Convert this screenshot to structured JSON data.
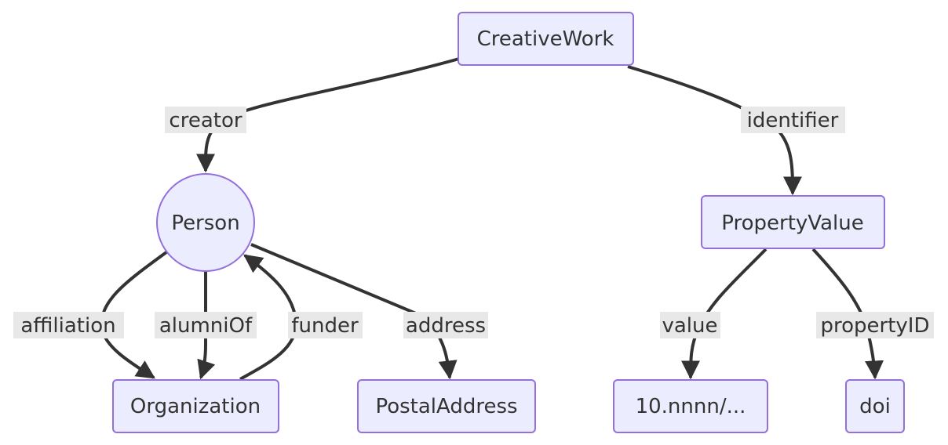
{
  "diagram": {
    "nodes": {
      "creativework": "CreativeWork",
      "person": "Person",
      "propertyvalue": "PropertyValue",
      "organization": "Organization",
      "postaladdress": "PostalAddress",
      "doi_value": "10.nnnn/...",
      "doi": "doi"
    },
    "edges": {
      "creator": "creator",
      "identifier": "identifier",
      "affiliation": "affiliation",
      "alumniof": "alumniOf",
      "funder": "funder",
      "address": "address",
      "value": "value",
      "propertyid": "propertyID"
    },
    "colors": {
      "node_fill": "#ECECFF",
      "node_stroke": "#9370DB",
      "edge": "#333333",
      "label_bg": "#e8e8e8"
    }
  }
}
